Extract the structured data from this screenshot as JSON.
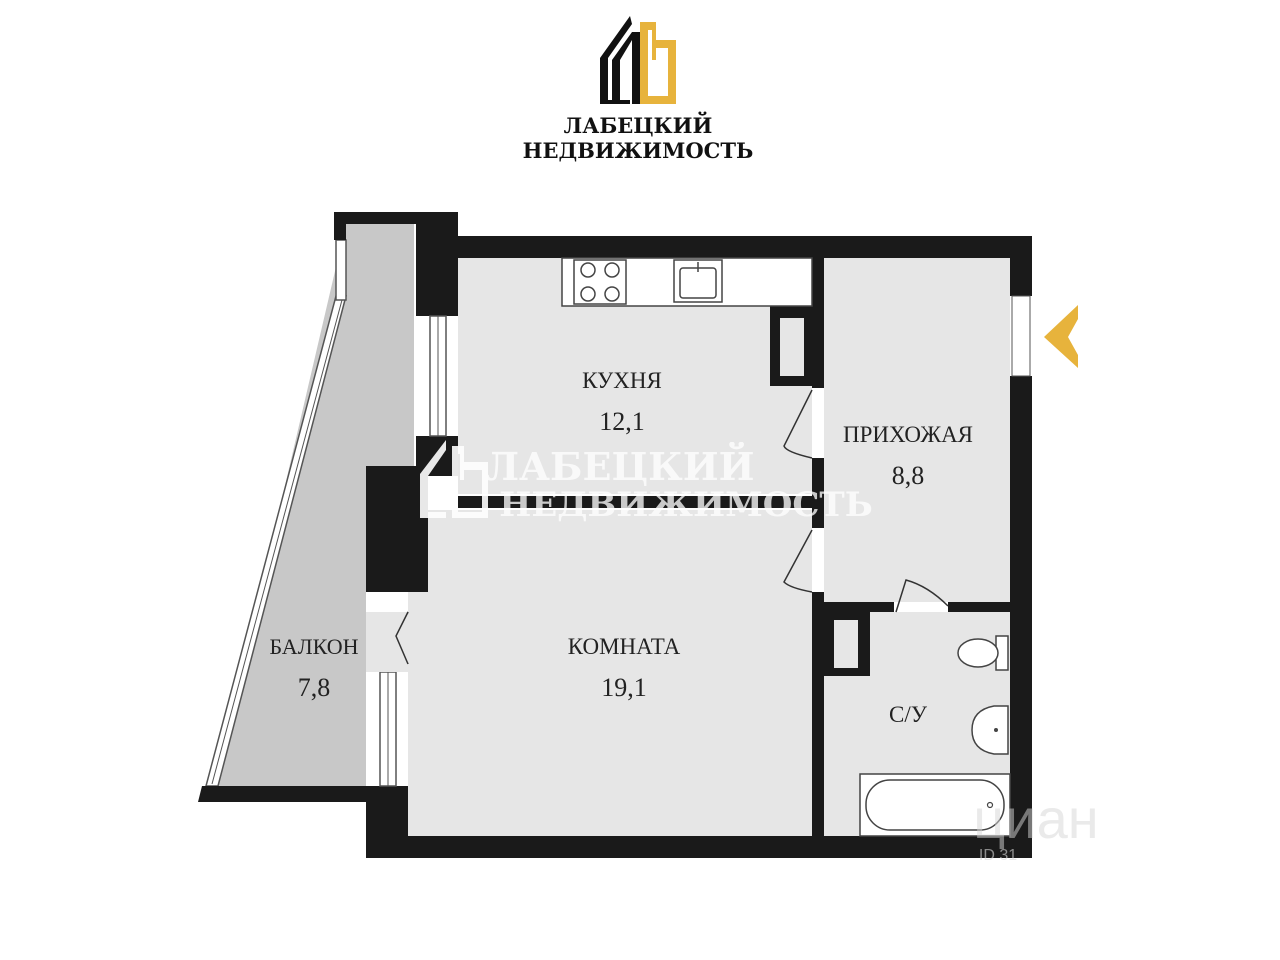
{
  "brand": {
    "line1": "ЛАБЕЦКИЙ",
    "line2": "НЕДВИЖИМОСТЬ",
    "colors": {
      "dark": "#111111",
      "gold": "#e7b33c"
    }
  },
  "watermark": {
    "line1": "ЛАБЕЦКИЙ",
    "line2": "НЕДВИЖИМОСТЬ",
    "cian_text": "циан",
    "cian_id": "ID 31"
  },
  "rooms": {
    "kitchen": {
      "name": "КУХНЯ",
      "area": "12,1"
    },
    "hallway": {
      "name": "ПРИХОЖАЯ",
      "area": "8,8"
    },
    "room": {
      "name": "КОМНАТА",
      "area": "19,1"
    },
    "balcony": {
      "name": "БАЛКОН",
      "area": "7,8"
    },
    "bathroom": {
      "name": "С/У"
    }
  },
  "entrance_arrow": {
    "icon": "entrance-arrow-icon",
    "color": "#e7b33c"
  },
  "colors": {
    "wall": "#1a1a1a",
    "floor": "#e6e6e6",
    "balcony_floor": "#c8c8c8",
    "fixtures": "#ffffff"
  }
}
